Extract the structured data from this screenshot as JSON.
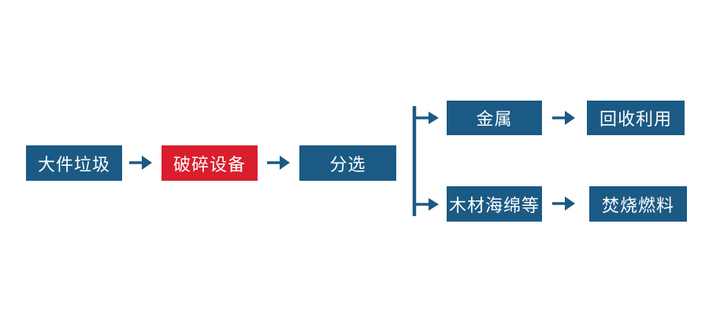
{
  "colors": {
    "blue": "#1b5a84",
    "red": "#d91f2d",
    "text": "#ffffff",
    "background": "#ffffff"
  },
  "flowchart": {
    "nodes": {
      "bulky_waste": "大件垃圾",
      "crushing_equipment": "破碎设备",
      "sorting": "分选",
      "metal": "金属",
      "wood_sponge_etc": "木材海绵等",
      "recycling": "回收利用",
      "incineration_fuel": "焚烧燃料"
    },
    "edges": [
      {
        "from": "bulky_waste",
        "to": "crushing_equipment"
      },
      {
        "from": "crushing_equipment",
        "to": "sorting"
      },
      {
        "from": "sorting",
        "to": "metal"
      },
      {
        "from": "sorting",
        "to": "wood_sponge_etc"
      },
      {
        "from": "metal",
        "to": "recycling"
      },
      {
        "from": "wood_sponge_etc",
        "to": "incineration_fuel"
      }
    ]
  }
}
